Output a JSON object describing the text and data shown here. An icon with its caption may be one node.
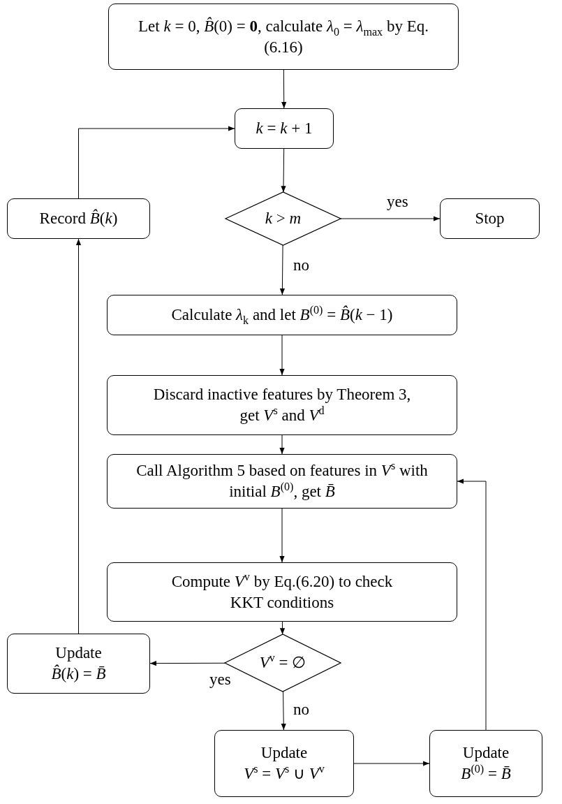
{
  "diagram": {
    "nodes": [
      {
        "text": [
          "Let *k* = 0, *B̂*(0) = **0**, calculate *λ*$_{0}$ = *λ*$_{max}$ by Eq.(6.16)"
        ]
      },
      {
        "text": [
          "*k* = *k* + 1"
        ]
      },
      {
        "text": [
          "*k* > *m*"
        ]
      },
      {
        "text": [
          "Stop"
        ]
      },
      {
        "text": [
          "Record *B̂*(*k*)"
        ]
      },
      {
        "text": [
          "Calculate *λ*$_{k}$ and let *B*$^{(0)}$ = *B̂*(*k* − 1)"
        ]
      },
      {
        "text": [
          "Discard inactive features by Theorem 3, get *V*$^{s}$ and *V*$^{d}$"
        ]
      },
      {
        "text": [
          "Call Algorithm 5 based on features in *V*$^{s}$ with initial *B*$^{(0)}$, get *B̄*"
        ]
      },
      {
        "text": [
          "Compute *V*$^{v}$ by Eq.(6.20) to check KKT conditions"
        ]
      },
      {
        "text": [
          "*V*$^{v}$ = ∅"
        ]
      },
      {
        "text": [
          "Update",
          "*B̂*(*k*) = *B̄*"
        ]
      },
      {
        "text": [
          "Update",
          "*V*$^{s}$ = *V*$^{s}$ ∪ *V*$^{v}$"
        ]
      },
      {
        "text": [
          "Update",
          "*B*$^{(0)}$ = *B̄*"
        ]
      }
    ],
    "edges": [
      {
        "from": 0,
        "to": 1,
        "arrow": "to"
      },
      {
        "from": 1,
        "to": 2,
        "arrow": "to"
      },
      {
        "from": 2,
        "to": 3,
        "arrow": "to",
        "label": "yes"
      },
      {
        "from": 2,
        "to": 5,
        "arrow": "to",
        "label": "no"
      },
      {
        "from": 5,
        "to": 6,
        "arrow": "to"
      },
      {
        "from": 6,
        "to": 7,
        "arrow": "to"
      },
      {
        "from": 7,
        "to": 8,
        "arrow": "to"
      },
      {
        "from": 8,
        "to": 9,
        "arrow": "to"
      },
      {
        "from": 9,
        "to": 10,
        "arrow": "to",
        "label": "yes"
      },
      {
        "from": 9,
        "to": 11,
        "arrow": "to",
        "label": "no"
      },
      {
        "from": 11,
        "to": 12,
        "arrow": "to"
      },
      {
        "from": 12,
        "to": 7,
        "arrow": "to"
      },
      {
        "from": 10,
        "to": 4,
        "arrow": "to"
      },
      {
        "from": 4,
        "to": 1,
        "arrow": "to"
      }
    ]
  }
}
